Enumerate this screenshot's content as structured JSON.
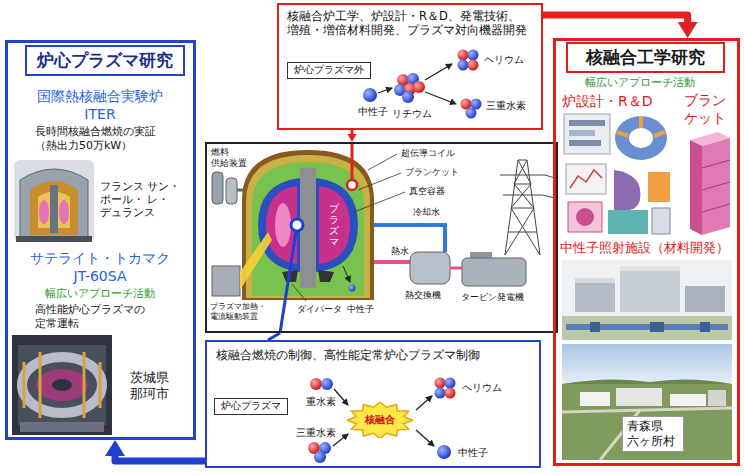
{
  "diagram": {
    "nodes": [
      {
        "text": [
          "国際熱核融合実験炉 ITER",
          "長時間核融合燃焼の実証 （熱出力50万kW）",
          "フランス サン・ポール・ レ・デュランス",
          "サテライト・トカマク JT-60SA",
          "幅広いアプローチ活動",
          "高性能炉心プラズマの 定常運転",
          "茨城県 那珂市"
        ]
      },
      {
        "text": [
          "炉心プラズマ研究"
        ],
        "in": 0
      },
      {
        "text": [
          "核融合炉工学、炉設計・R＆D、発電技術、 増殖・増倍材料開発、プラズマ対向機器開発"
        ]
      },
      {
        "text": [
          "炉心プラズマ外"
        ],
        "in": 2
      },
      {
        "text": [
          "燃料 供給装置",
          "超伝導コイル",
          "ブランケット",
          "真空容器",
          "冷却水",
          "プラズマ",
          "プラズマ加熱・ 電流駆動装置",
          "ダイバータ",
          "中性子",
          "熱水",
          "熱交換機",
          "タービン発電機"
        ]
      },
      {
        "text": [
          "核融合燃焼の制御、高性能定常炉心プラズマ制御"
        ]
      },
      {
        "text": [
          "炉心プラズマ"
        ],
        "in": 5
      },
      {
        "text": [
          "核融合"
        ],
        "in": 5
      },
      {
        "text": [
          "幅広いアプローチ活動",
          "炉設計・R＆D",
          "ブラン ケット",
          "中性子照射施設（材料開発）",
          "青森県 六ヶ所村"
        ]
      },
      {
        "text": [
          "核融合工学研究"
        ],
        "in": 8
      }
    ],
    "edges": [
      {
        "from": 2,
        "to": 8,
        "arrow": "to"
      },
      {
        "from": 2,
        "to": 4,
        "arrow": "to"
      },
      {
        "from": 5,
        "to": 4,
        "arrow": "none"
      },
      {
        "from": 5,
        "to": 0,
        "arrow": "to"
      }
    ],
    "labels": [
      "中性子",
      "リチウム",
      "ヘリウム",
      "三重水素",
      "重水素",
      "三重水素",
      "ヘリウム",
      "中性子"
    ]
  }
}
